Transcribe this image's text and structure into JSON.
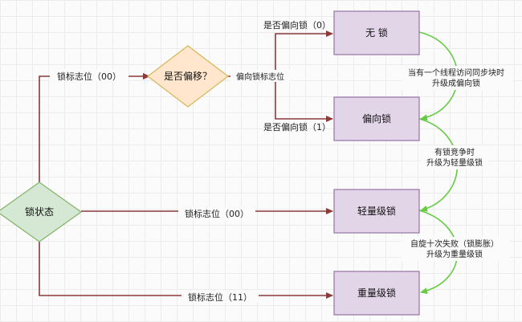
{
  "nodes": {
    "lock_state": "锁状态",
    "biased_decision": "是否偏移？",
    "no_lock": "无 锁",
    "biased_lock": "偏向锁",
    "lightweight_lock": "轻量级锁",
    "heavyweight_lock": "重量级锁"
  },
  "edge_labels": {
    "flag_00_upper": "锁标志位（00）",
    "biased_flag": "偏向锁标志位",
    "is_biased_0": "是否偏向锁（0）",
    "is_biased_1": "是否偏向锁（1）",
    "flag_00_mid": "锁标志位（00）",
    "flag_11": "锁标志位（11）"
  },
  "upgrade_labels": {
    "to_biased_line1": "当有一个线程访问同步块时",
    "to_biased_line2": "升级成偏向锁",
    "to_light_line1": "有锁竞争时",
    "to_light_line2": "升级为轻量级锁",
    "to_heavy_line1": "自旋十次失败（锁膨胀）",
    "to_heavy_line2": "升级为重量级锁"
  },
  "colors": {
    "edge_dark_red": "#8b3a3a",
    "edge_green": "#66cc44",
    "box_fill": "#e1d5e7",
    "box_stroke": "#9673a6",
    "lock_state_fill": "#d5e8d4",
    "lock_state_stroke": "#82b366",
    "decision_fill": "#ffe6cc",
    "decision_stroke": "#d6b656"
  }
}
